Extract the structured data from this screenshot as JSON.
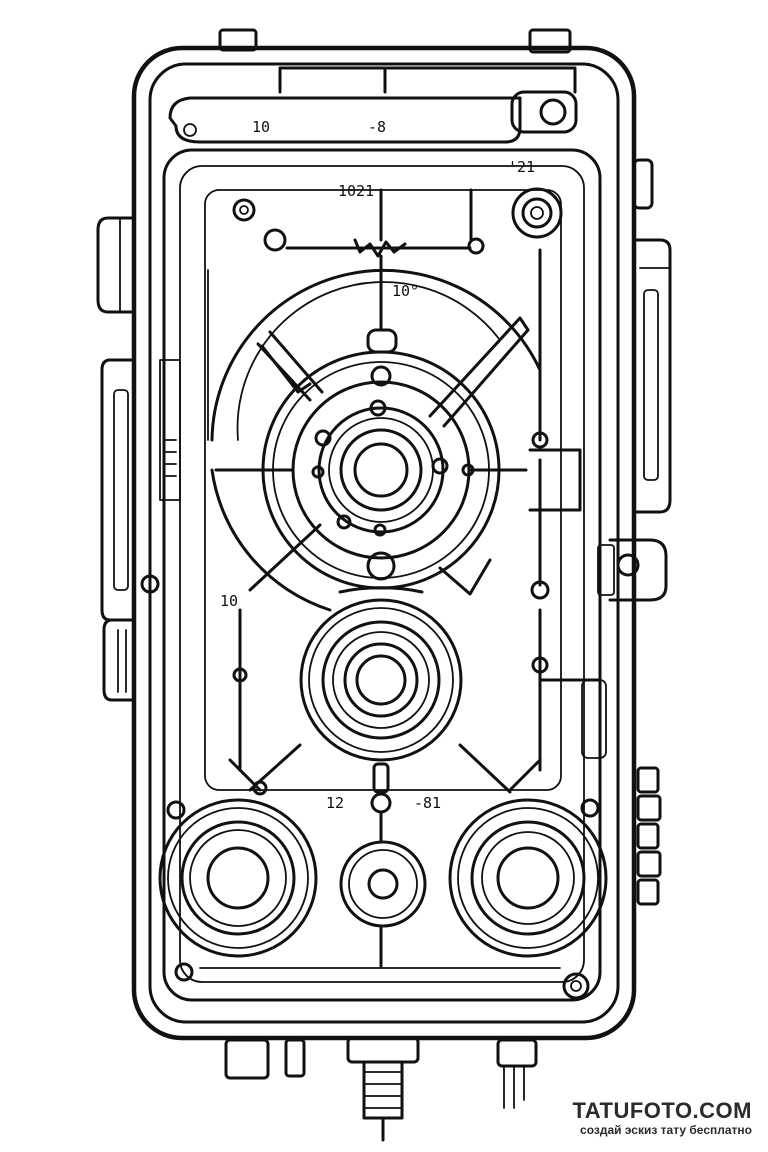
{
  "labels": {
    "top_left": "10",
    "top_mid": "-8",
    "upper_a": "1021",
    "upper_b": "'21",
    "dial_top": "10°",
    "left_side": "10",
    "lower_left": "12",
    "lower_right": "-81"
  },
  "watermark": {
    "brand": "TATUFOTO.COM",
    "tagline": "создай эскиз тату бесплатно"
  },
  "icons": [
    "knob-icon",
    "dial-icon",
    "jack-icon",
    "cable-icon"
  ]
}
